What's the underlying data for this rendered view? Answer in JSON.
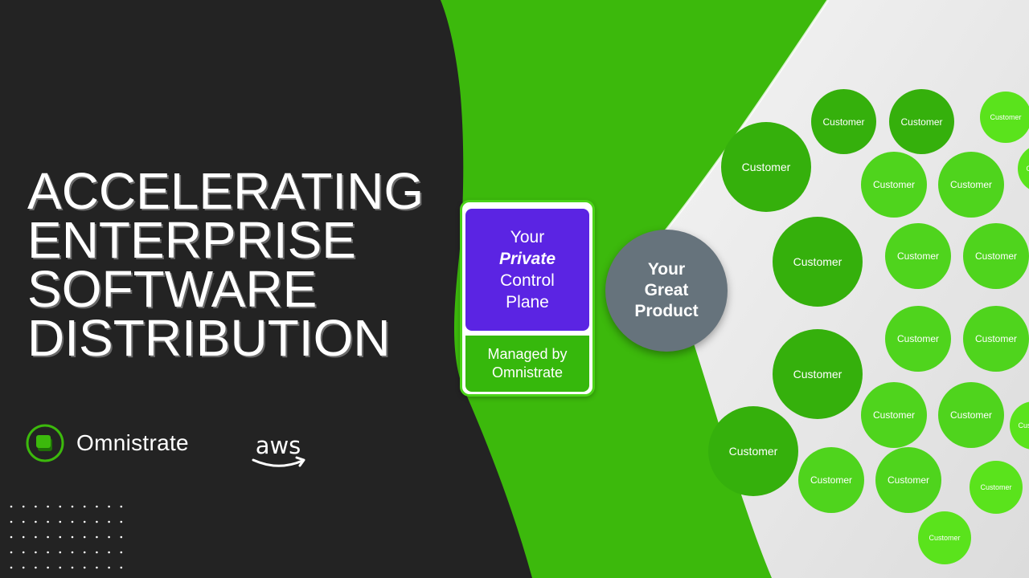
{
  "headline": [
    "ACCELERATING",
    "ENTERPRISE",
    "SOFTWARE",
    "DISTRIBUTION"
  ],
  "brand": {
    "name": "Omnistrate",
    "partner": "aws"
  },
  "control_plane": {
    "line1": "Your",
    "line2": "Private",
    "line3": "Control",
    "line4": "Plane",
    "managed_line1": "Managed by",
    "managed_line2": "Omnistrate"
  },
  "product": {
    "line1": "Your",
    "line2": "Great",
    "line3": "Product"
  },
  "customer_label": "Customer",
  "colors": {
    "dark_bg": "#232323",
    "brand_green": "#3cb90c",
    "purple": "#5b24e3",
    "product_gray": "#66737c"
  }
}
